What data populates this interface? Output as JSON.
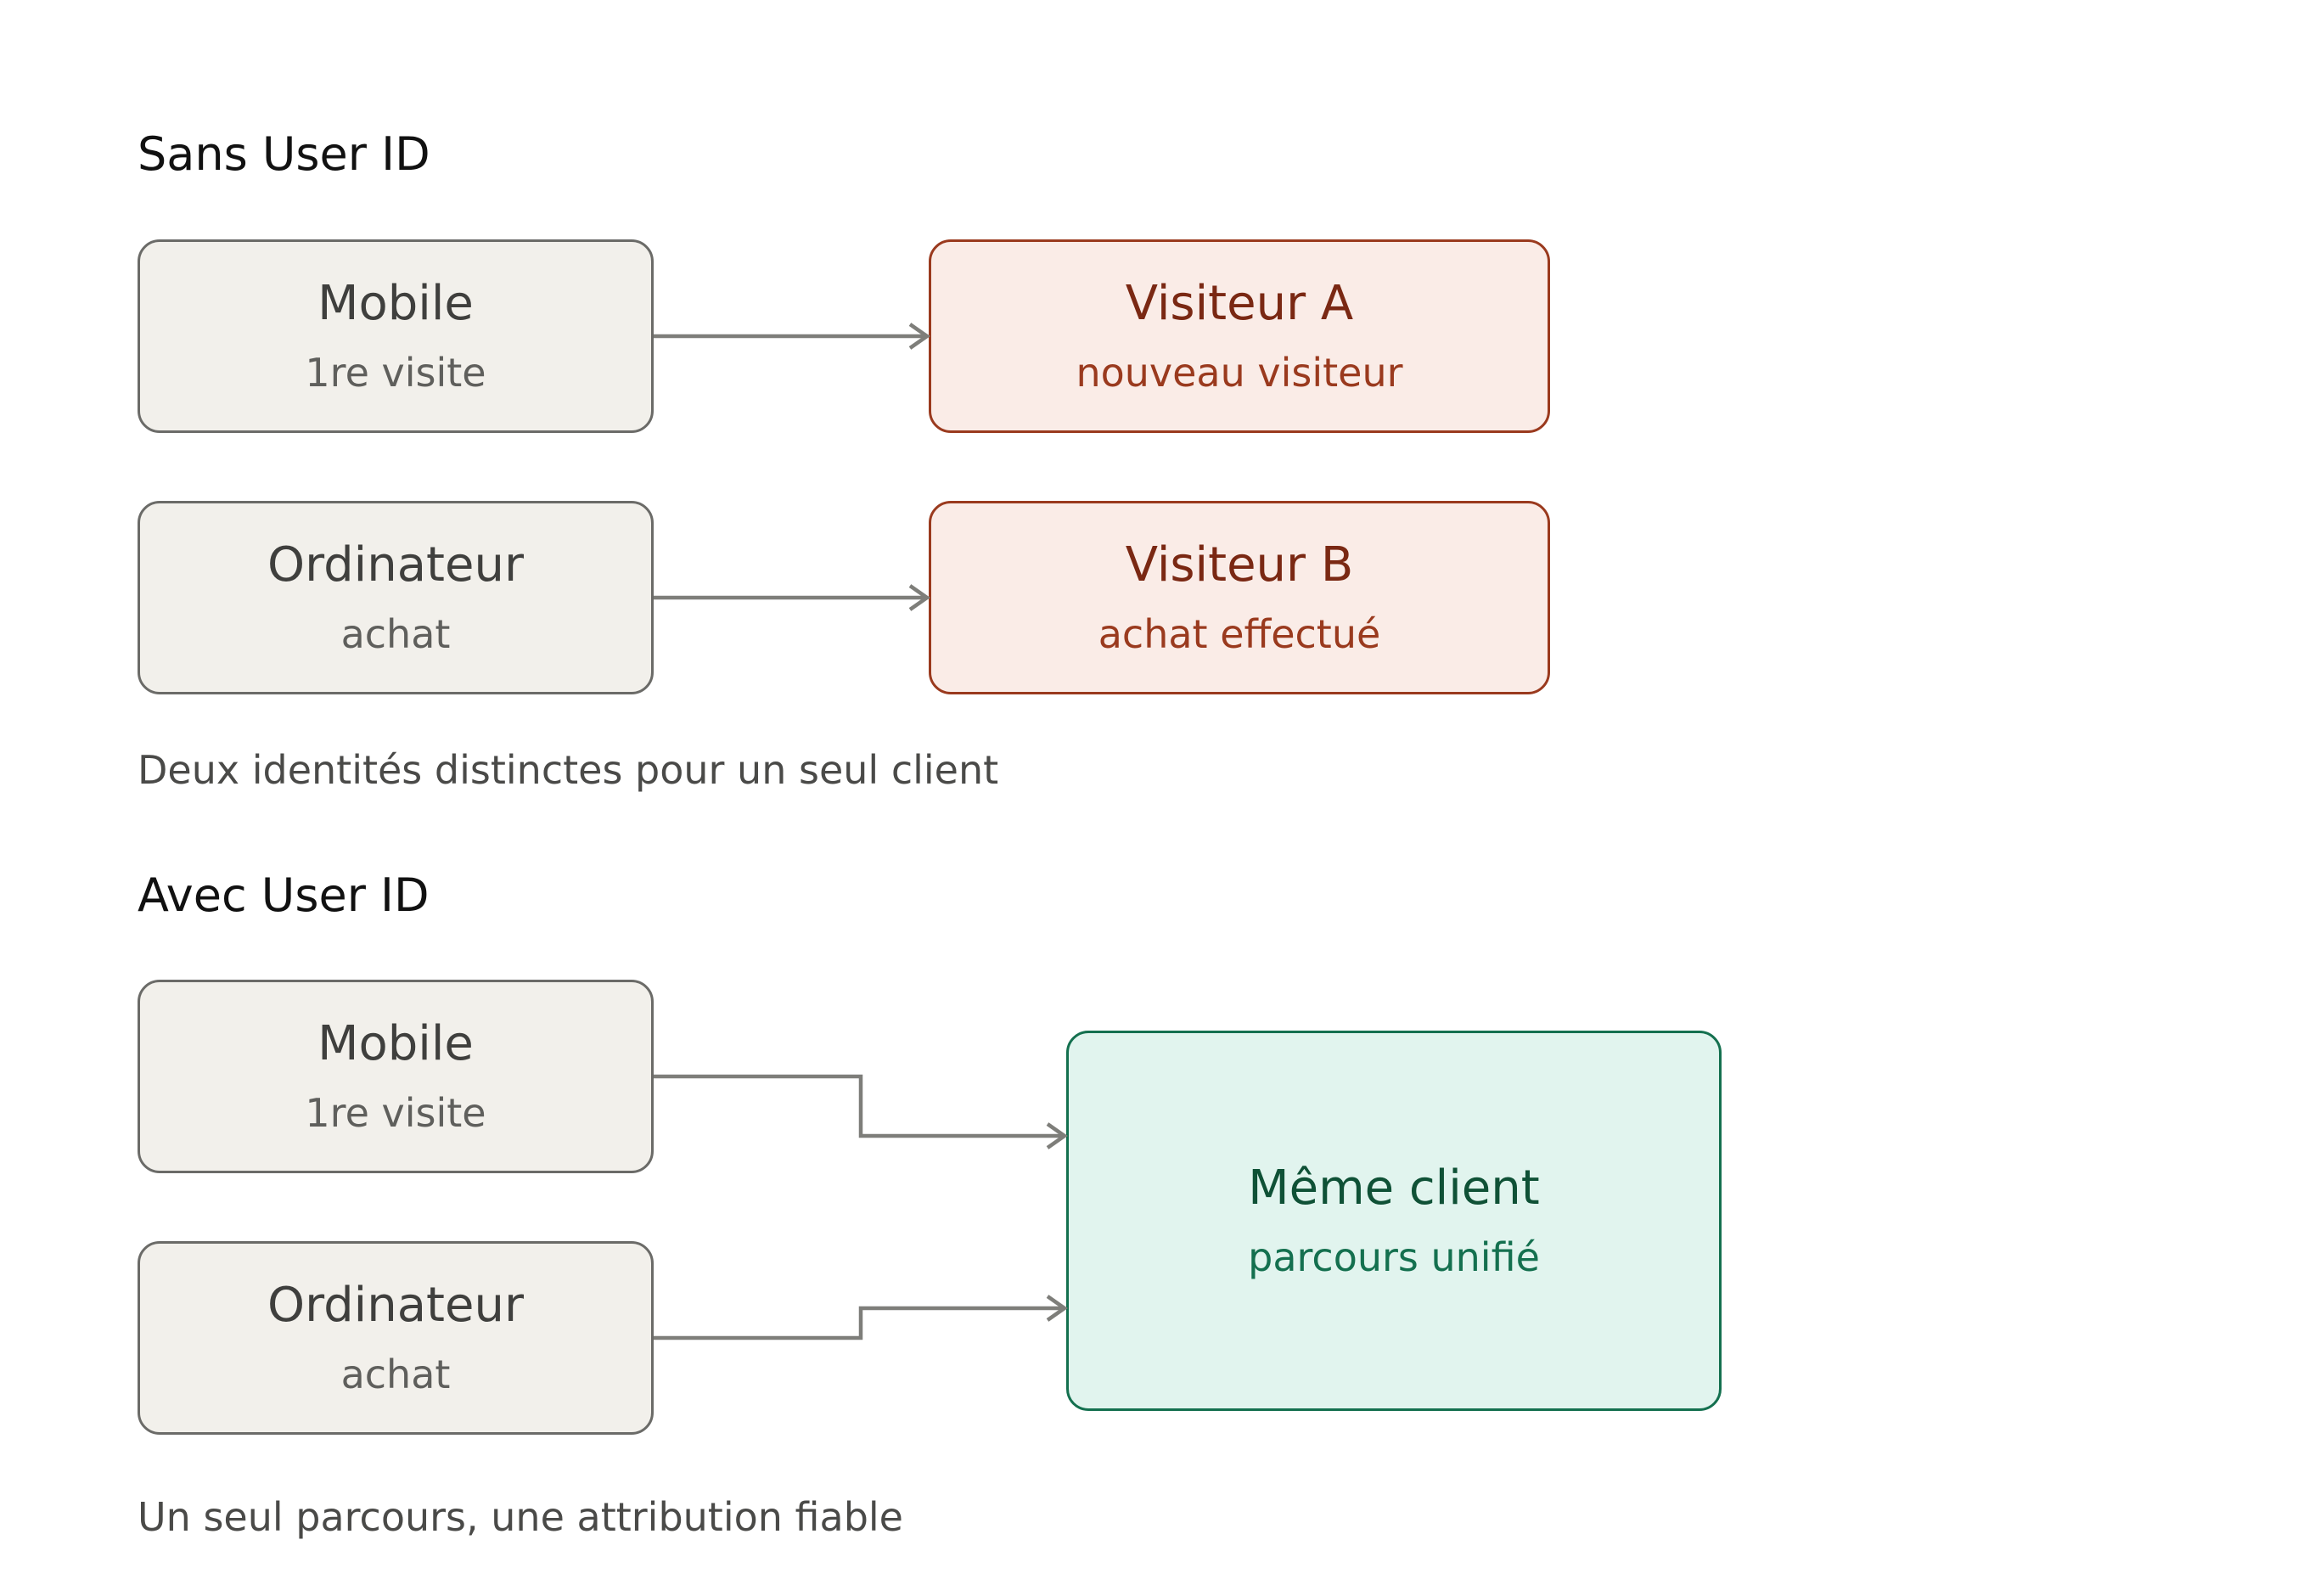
{
  "section_without": {
    "title": "Sans User ID",
    "caption": "Deux identités distinctes pour un seul client",
    "mobile": {
      "label": "Mobile",
      "sub": "1re visite"
    },
    "desktop": {
      "label": "Ordinateur",
      "sub": "achat"
    },
    "visitor_a": {
      "label": "Visiteur A",
      "sub": "nouveau visiteur"
    },
    "visitor_b": {
      "label": "Visiteur B",
      "sub": "achat effectué"
    }
  },
  "section_with": {
    "title": "Avec User ID",
    "caption": "Un seul parcours, une attribution fiable",
    "mobile": {
      "label": "Mobile",
      "sub": "1re visite"
    },
    "desktop": {
      "label": "Ordinateur",
      "sub": "achat"
    },
    "client": {
      "label": "Même client",
      "sub": "parcours unifié"
    }
  },
  "colors": {
    "neutral_fill": "#f2f0eb",
    "neutral_stroke": "#6b6b68",
    "warn_fill": "#faece7",
    "warn_stroke": "#9a3a1e",
    "ok_fill": "#e1f4ee",
    "ok_stroke": "#14704f",
    "arrow": "#7e7e7a"
  }
}
